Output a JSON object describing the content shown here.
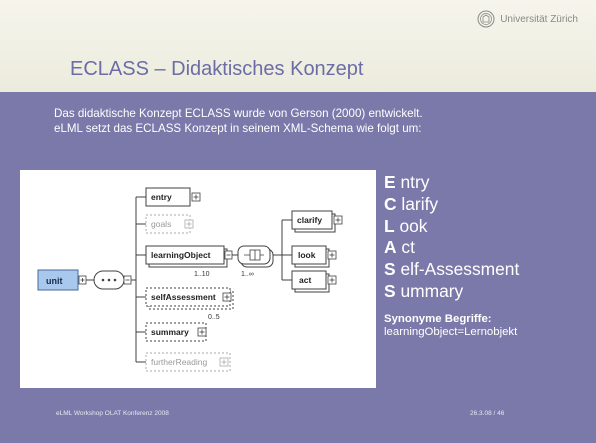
{
  "header": {
    "logo_text": "Universität Zürich"
  },
  "title": "ECLASS – Didaktisches Konzept",
  "intro": {
    "line1": "Das didaktische Konzept ECLASS wurde von Gerson (2000) entwickelt.",
    "line2": "eLML setzt das ECLASS Konzept in seinem XML-Schema wie folgt um:"
  },
  "diagram": {
    "root": "unit",
    "children": [
      "entry",
      "goals",
      "learningObject",
      "selfAssessment",
      "summary",
      "furtherReading"
    ],
    "lo_multiplicity": "1..10",
    "choice_multiplicity": "1..∞",
    "sa_multiplicity": "0..5",
    "lo_children": [
      "clarify",
      "look",
      "act"
    ]
  },
  "acronym": [
    {
      "letter": "E",
      "rest": " ntry"
    },
    {
      "letter": "C",
      "rest": " larify"
    },
    {
      "letter": "L",
      "rest": " ook"
    },
    {
      "letter": "A",
      "rest": " ct"
    },
    {
      "letter": "S",
      "rest": " elf-Assessment"
    },
    {
      "letter": "S",
      "rest": " ummary"
    }
  ],
  "synonyms": {
    "heading": "Synonyme Begriffe:",
    "text": "learningObject=Lernobjekt"
  },
  "footer": {
    "left": "eLML Workshop OLAT Konferenz 2008",
    "right": "26.3.08  /  46"
  },
  "colors": {
    "background": "#7a79aa",
    "header": "#f4f3e9",
    "title": "#6c6ca6",
    "unit_box": "#a8c8ee"
  }
}
